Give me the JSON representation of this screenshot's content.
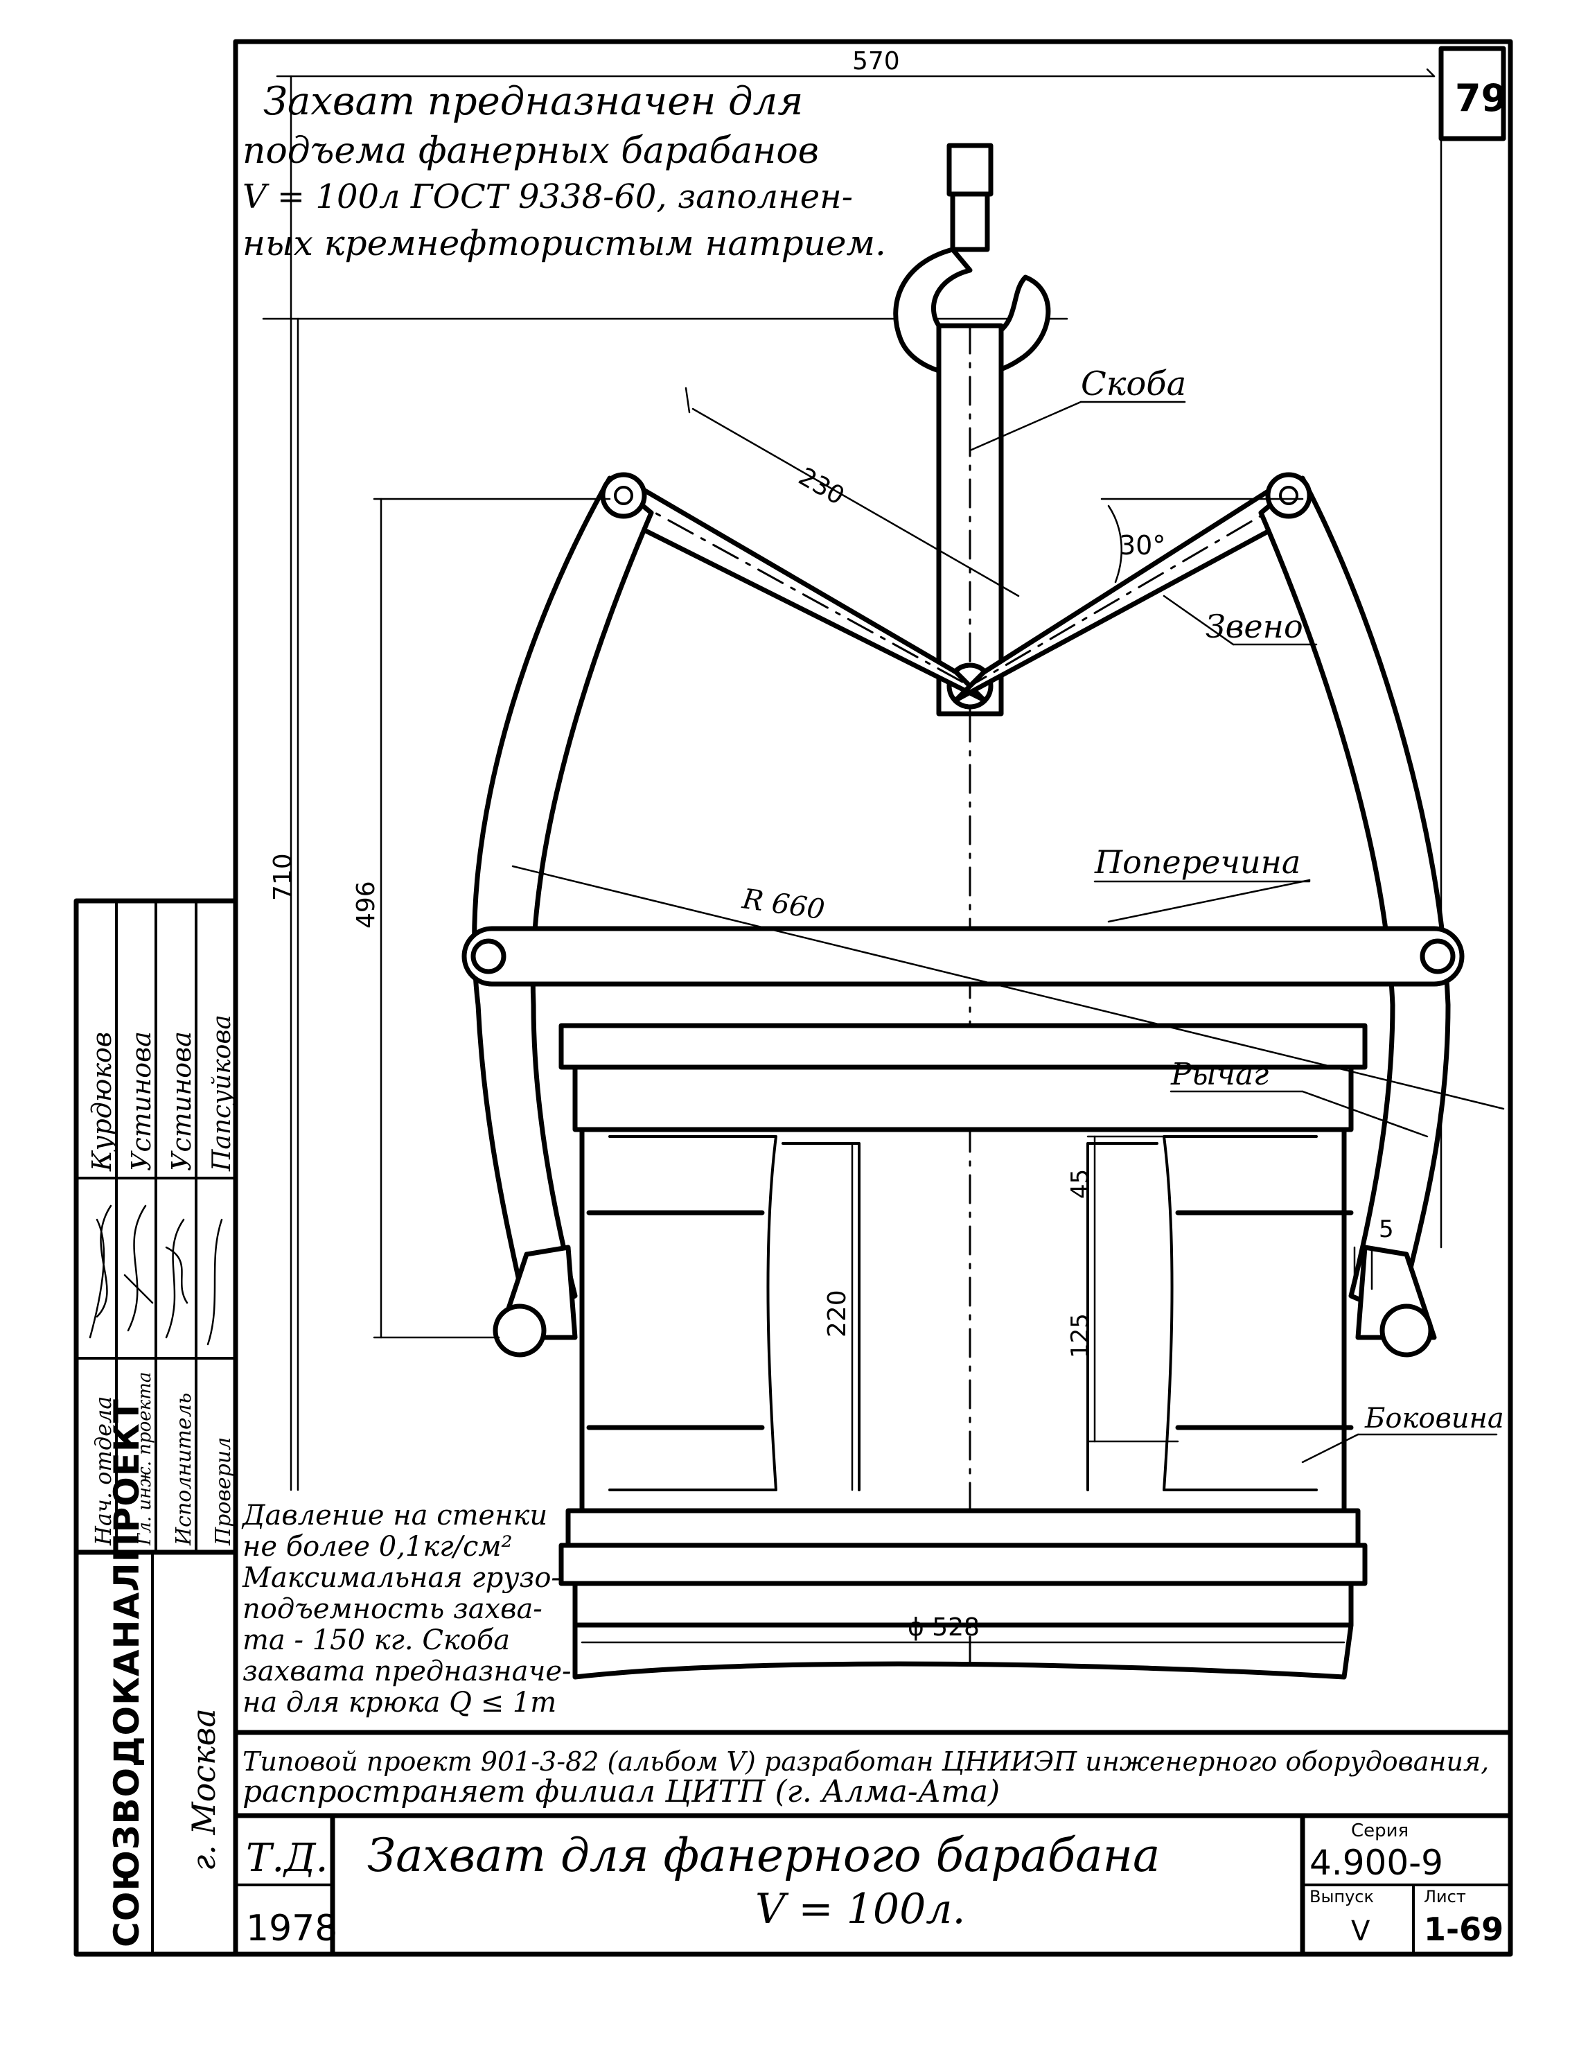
{
  "sheet_number": "79",
  "description_lines": [
    "Захват предназначен для",
    "подъема фанерных барабанов",
    "V = 100л ГОСТ 9338-60, заполнен-",
    "ных кремнефтористым натрием."
  ],
  "labels": {
    "skoba": "Скоба",
    "zveno": "Звено",
    "poperechina": "Поперечина",
    "rychag": "Рычаг",
    "bokovina": "Боковина"
  },
  "dimensions": {
    "top_width": "570",
    "arm_length": "230",
    "angle": "30°",
    "total_height": "710",
    "lever_height": "496",
    "radius": "R 660",
    "inner_height": "220",
    "rib_offset": "45",
    "rib_spacing": "125",
    "small_gap": "5",
    "diameter": "ϕ 528"
  },
  "notes_lines": [
    "Давление на стенки",
    "не более 0,1кг/см²",
    "Максимальная грузо-",
    "подъемность захва-",
    "та - 150 кг. Скоба",
    "захвата предназначе-",
    "на для крюка Q ≤ 1т"
  ],
  "project_lines": [
    "Типовой проект 901-3-82 (альбом V) разработан ЦНИИЭП инженерного оборудования,",
    "распространяет филиал ЦИТП (г. Алма-Ата)"
  ],
  "title_block": {
    "td": "Т.Д.",
    "year": "1978",
    "title": "Захват для фанерного барабана",
    "subtitle": "V = 100л.",
    "series_label": "Серия",
    "series": "4.900-9",
    "issue_label": "Выпуск",
    "issue": "V",
    "sheet_label": "Лист",
    "sheet": "1-69"
  },
  "stamp": {
    "org": "СОЮЗВОДОКАНАЛПРОЕКТ",
    "city": "г. Москва",
    "roles": [
      "Нач. отдела",
      "Гл. инж. проекта",
      "Исполнитель",
      "Проверил"
    ],
    "names": [
      "Курдюков",
      "Устинова",
      "Устинова",
      "Папсуйкова"
    ]
  }
}
